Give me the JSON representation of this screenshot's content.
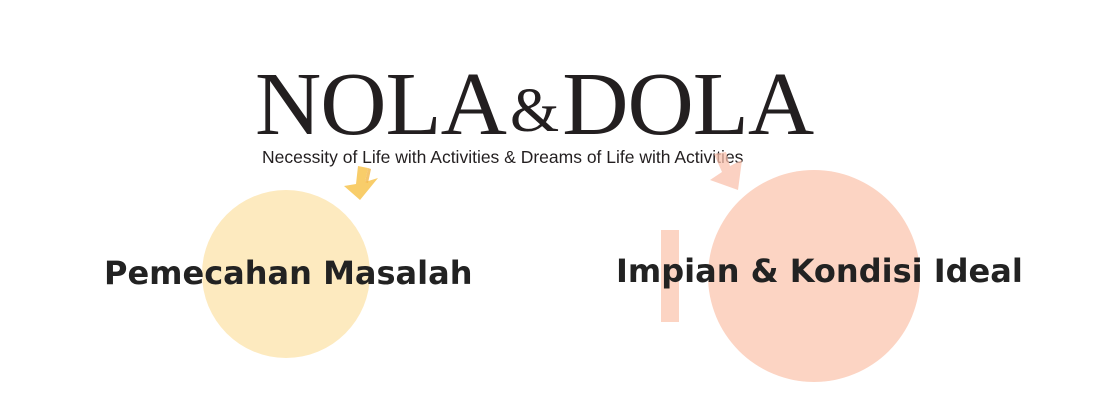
{
  "logo": {
    "name_left": "NOLA",
    "ampersand": "&",
    "name_right": "DOLA",
    "tagline": "Necessity of Life with Activities & Dreams of Life with Activities"
  },
  "sections": {
    "left": {
      "label": "Pemecahan Masalah"
    },
    "right": {
      "label": "Impian & Kondisi Ideal"
    }
  },
  "colors": {
    "text": "#231f20",
    "left_accent": "#fdeabf",
    "left_arrow": "#f7c85a",
    "right_accent": "#fcd4c3",
    "right_arrow": "#fac2ad"
  },
  "icons": {
    "left_arrow": "arrow-down-icon",
    "right_arrow": "arrow-down-icon"
  }
}
